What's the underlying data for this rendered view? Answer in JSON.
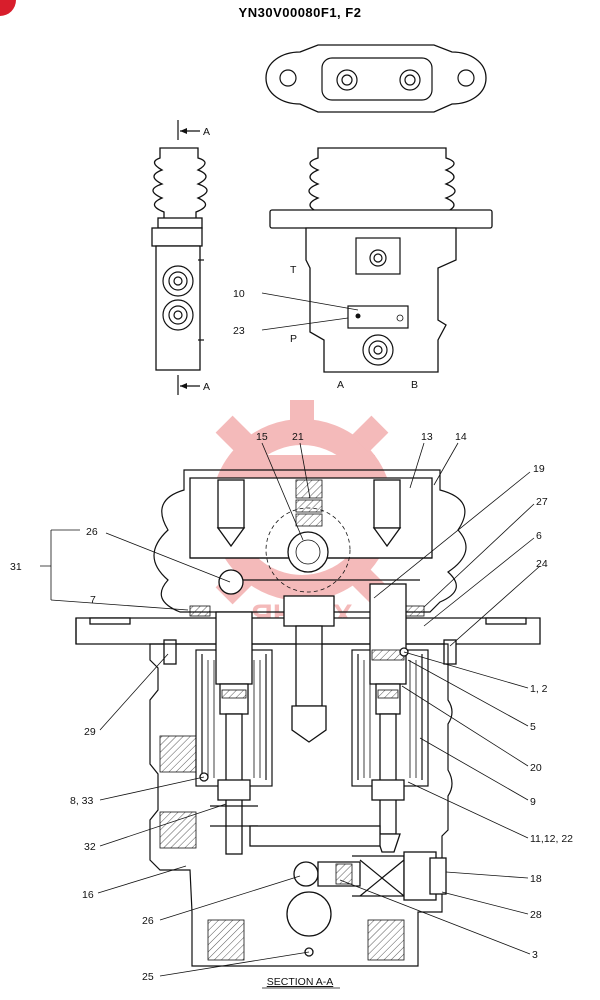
{
  "title": "YN30V00080F1, F2",
  "section_label": "SECTION  A-A",
  "top_view": {
    "arrow_label_top": "A",
    "arrow_label_bottom": "A"
  },
  "side_view": {
    "port_T": "T",
    "port_P": "P",
    "port_A": "A",
    "port_B": "B",
    "callout_10": "10",
    "callout_23": "23"
  },
  "callouts": [
    {
      "id": "c15",
      "text": "15"
    },
    {
      "id": "c21",
      "text": "21"
    },
    {
      "id": "c13",
      "text": "13"
    },
    {
      "id": "c14",
      "text": "14"
    },
    {
      "id": "c19",
      "text": "19"
    },
    {
      "id": "c27",
      "text": "27"
    },
    {
      "id": "c6",
      "text": "6"
    },
    {
      "id": "c24",
      "text": "24"
    },
    {
      "id": "c26a",
      "text": "26"
    },
    {
      "id": "c31",
      "text": "31"
    },
    {
      "id": "c7",
      "text": "7"
    },
    {
      "id": "c12",
      "text": "1, 2"
    },
    {
      "id": "c29",
      "text": "29"
    },
    {
      "id": "c5",
      "text": "5"
    },
    {
      "id": "c20",
      "text": "20"
    },
    {
      "id": "c833",
      "text": "8, 33"
    },
    {
      "id": "c9",
      "text": "9"
    },
    {
      "id": "c32",
      "text": "32"
    },
    {
      "id": "c111222",
      "text": "11,12, 22"
    },
    {
      "id": "c16",
      "text": "16"
    },
    {
      "id": "c18",
      "text": "18"
    },
    {
      "id": "c26b",
      "text": "26"
    },
    {
      "id": "c28",
      "text": "28"
    },
    {
      "id": "c3",
      "text": "3"
    },
    {
      "id": "c25",
      "text": "25"
    }
  ],
  "watermark": {
    "text": "ЯНТЕХ",
    "color": "#e23b3b"
  },
  "badge_color": "#d81e2c"
}
